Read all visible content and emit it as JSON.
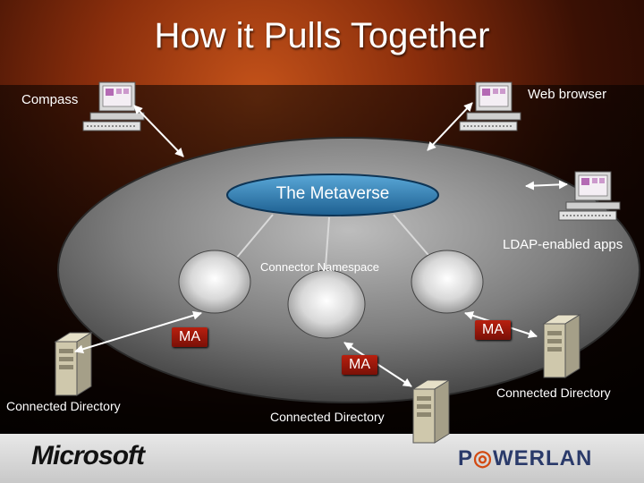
{
  "slide": {
    "title": "How it Pulls Together",
    "metaverse_label": "The Metaverse",
    "namespace_label": "Connector Namespace",
    "clients": {
      "compass": "Compass",
      "web_browser": "Web browser",
      "ldap_apps": "LDAP-enabled apps"
    },
    "ma_labels": [
      "MA",
      "MA",
      "MA"
    ],
    "directories": [
      "Connected Directory",
      "Connected Directory",
      "Connected Directory"
    ],
    "logos": {
      "microsoft": "Microsoft",
      "powerlan_prefix": "P",
      "powerlan_suffix": "WERLAN"
    }
  }
}
